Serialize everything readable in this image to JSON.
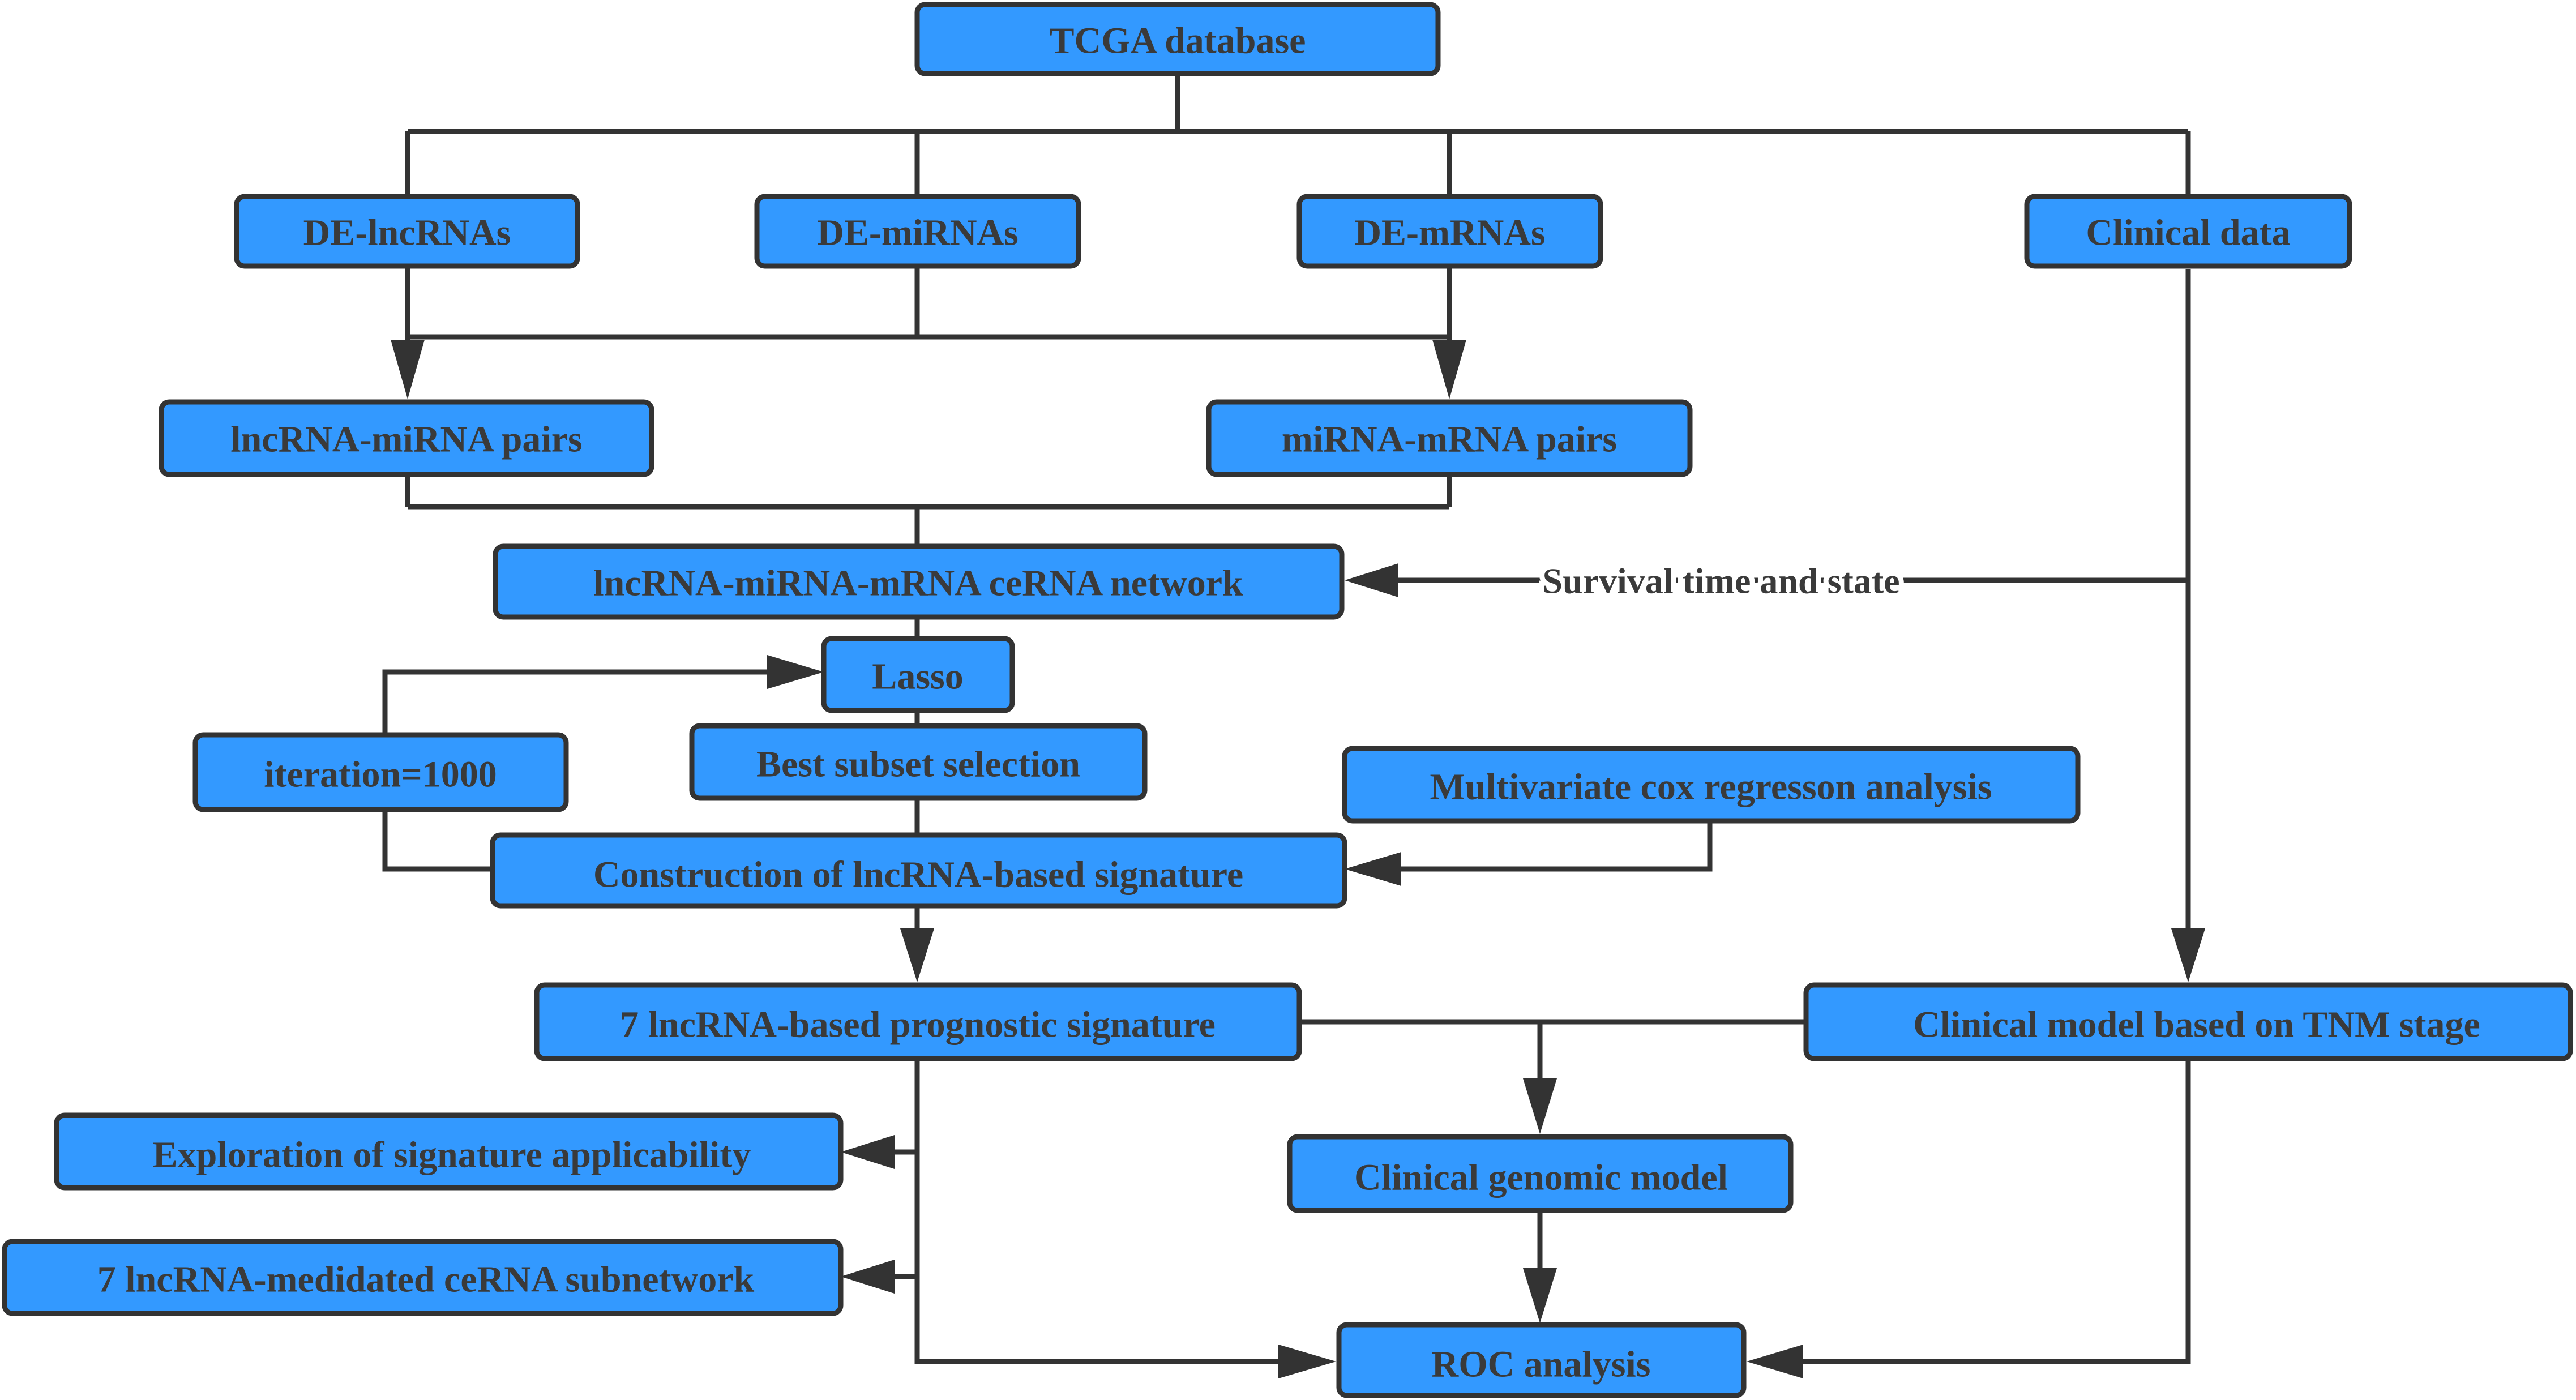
{
  "nodes": {
    "tcga_database": "TCGA database",
    "de_lncrnas": "DE-lncRNAs",
    "de_mirnas": "DE-miRNAs",
    "de_mrnas": "DE-mRNAs",
    "clinical_data": "Clinical data",
    "lncrna_mirna_pairs": "lncRNA-miRNA pairs",
    "mirna_mrna_pairs": "miRNA-mRNA pairs",
    "cerna_network": "lncRNA-miRNA-mRNA ceRNA network",
    "lasso": "Lasso",
    "iteration": "iteration=1000",
    "best_subset": "Best subset selection",
    "multivariate_cox": "Multivariate cox regresson analysis",
    "construction_signature": "Construction of lncRNA-based signature",
    "prognostic_signature": "7 lncRNA-based prognostic signature",
    "clinical_model_tnm": "Clinical model based on TNM stage",
    "exploration_applicability": "Exploration of signature applicability",
    "clinical_genomic_model": "Clinical genomic model",
    "cerna_subnetwork": "7 lncRNA-medidated ceRNA subnetwork",
    "roc_analysis": "ROC analysis"
  },
  "edge_labels": {
    "survival_time_state": "Survival time and state"
  },
  "colors": {
    "box_fill": "#3399ff",
    "box_border": "#333333",
    "connector": "#333333",
    "text": "#3a3a3a",
    "background": "#ffffff"
  }
}
